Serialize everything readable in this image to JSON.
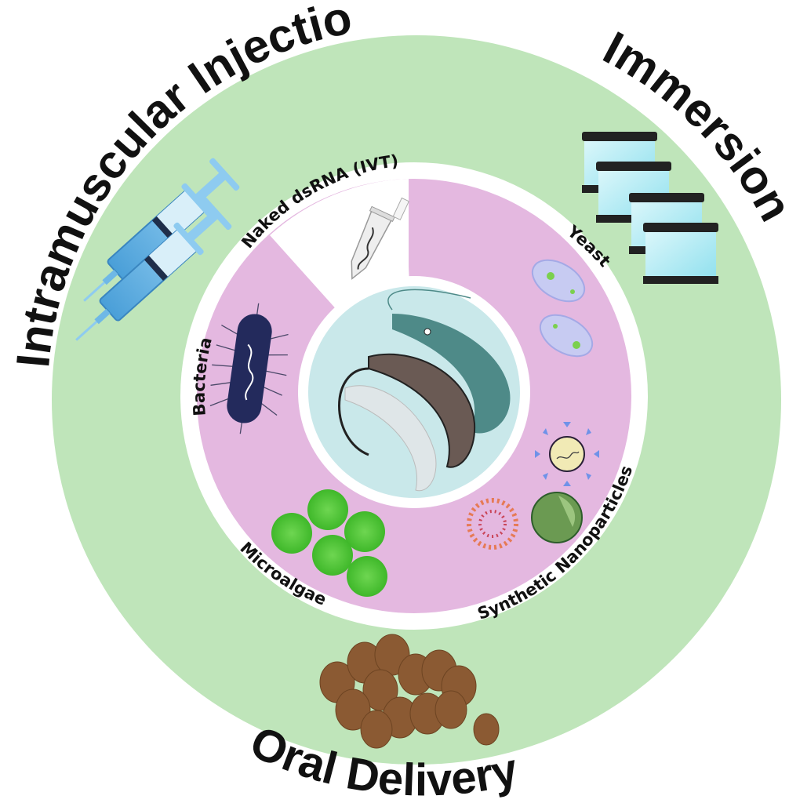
{
  "diagram": {
    "title": "dsRNA delivery routes and carriers for shrimp",
    "outer_ring": {
      "label_color": "#111111",
      "fill": "#bfe5ba",
      "routes": [
        {
          "id": "intramuscular",
          "label": "Intramuscular  Injection",
          "icon": "syringe-icon"
        },
        {
          "id": "immersion",
          "label": "Immersion",
          "icon": "aquarium-tank-icon"
        },
        {
          "id": "oral",
          "label": "Oral Delivery",
          "icon": "feed-pellet-icon"
        }
      ]
    },
    "inner_ring": {
      "fill": "#e4b8e0",
      "carriers": [
        {
          "id": "naked-dsrna",
          "label": "Naked dsRNA (IVT)",
          "icon": "microtube-dna-icon"
        },
        {
          "id": "yeast",
          "label": "Yeast",
          "icon": "yeast-cell-icon"
        },
        {
          "id": "synthetic-nanoparticles",
          "label": "Synthetic Nanoparticles",
          "icon": "nanoparticle-icon"
        },
        {
          "id": "microalgae",
          "label": "Microalgae",
          "icon": "microalgae-cell-icon"
        },
        {
          "id": "bacteria",
          "label": "Bacteria",
          "icon": "bacterium-icon"
        }
      ]
    },
    "center": {
      "subject": "shrimp",
      "fill": "#c9e8ea",
      "icon": "shrimp-icon"
    }
  }
}
